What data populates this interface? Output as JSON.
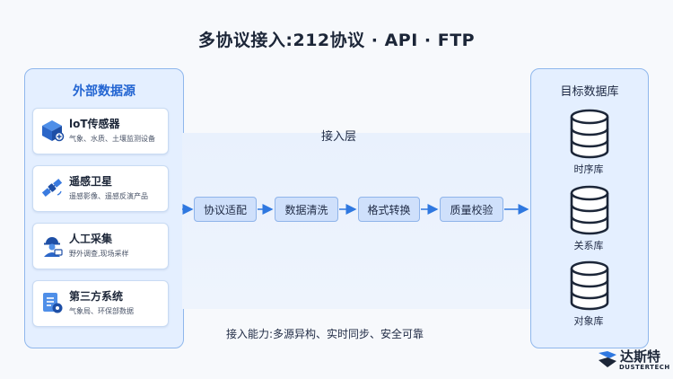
{
  "title": "多协议接入:212协议 · API · FTP",
  "sources": {
    "title": "外部数据源",
    "items": [
      {
        "name": "loT传感器",
        "desc": "气象、水质、土壤监测设备",
        "icon": "cube-sensor-icon"
      },
      {
        "name": "遥感卫星",
        "desc": "遥感影像、遥感反演产品",
        "icon": "satellite-icon"
      },
      {
        "name": "人工采集",
        "desc": "野外调查,现场采样",
        "icon": "worker-icon"
      },
      {
        "name": "第三方系统",
        "desc": "气象局、环保部数据",
        "icon": "document-system-icon"
      }
    ]
  },
  "access_layer": {
    "label": "接入层",
    "stages": [
      "协议适配",
      "数据清洗",
      "格式转换",
      "质量校验"
    ],
    "capability": "接入能力:多源异构、实时同步、安全可靠"
  },
  "targets": {
    "title": "目标数据库",
    "items": [
      "时序库",
      "关系库",
      "对象库"
    ]
  },
  "brand": {
    "name": "达斯特",
    "sub": "DUSTERTECH"
  },
  "colors": {
    "accent": "#2365d2",
    "panel": "#e4efff",
    "stage": "#cfe0fb",
    "arrow": "#2f78e0"
  }
}
